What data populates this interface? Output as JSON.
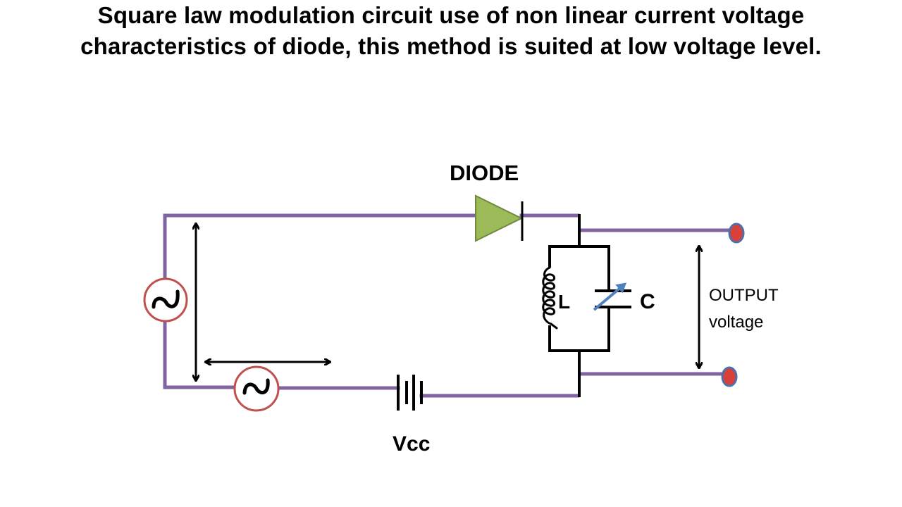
{
  "title": {
    "line1": "Square law modulation circuit use of non linear current voltage",
    "line2": "characteristics of diode, this method is suited at low voltage level."
  },
  "diagram": {
    "labels": {
      "diode": "DIODE",
      "inductor": "L",
      "capacitor": "C",
      "battery": "Vcc",
      "output_line1": "OUTPUT",
      "output_line2": "voltage"
    },
    "ac_source_symbol": "~",
    "colors": {
      "wire": "#8064A2",
      "component": "#000000",
      "diode_fill": "#9BBB59",
      "diode_stroke": "#71893F",
      "source_ring": "#C0504D",
      "terminal_fill": "#D9403A",
      "terminal_stroke": "#4F6FA8",
      "variable_arrow": "#4F81BD"
    }
  }
}
